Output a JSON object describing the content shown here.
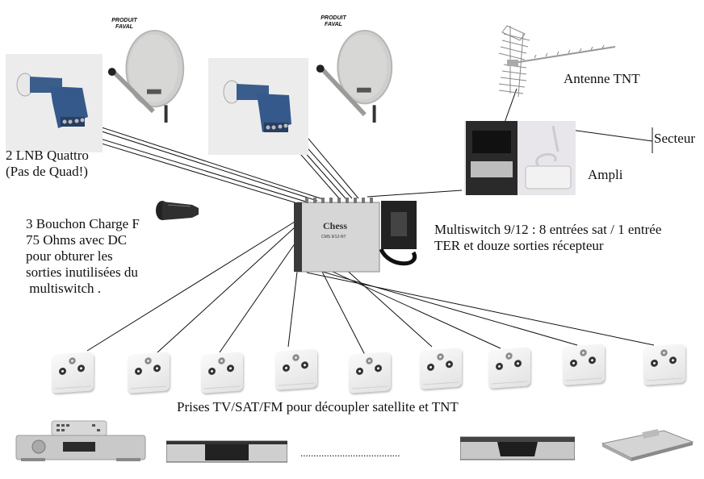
{
  "diagram": {
    "title": "Installation multiswitch satellite + TNT",
    "dishes": [
      {
        "brand_line1": "PRODUIT",
        "brand_line2": "FAVAL"
      },
      {
        "brand_line1": "PRODUIT",
        "brand_line2": "FAVAL"
      }
    ],
    "labels": {
      "lnb": [
        "2 LNB Quattro",
        "(Pas de Quad!)"
      ],
      "antenna": "Antenne TNT",
      "mains": "Secteur",
      "amplifier": "Ampli",
      "terminator": [
        "3 Bouchon Charge F",
        "75 Ohms avec DC",
        "pour obturer les",
        "sorties inutilisées du",
        " multiswitch ."
      ],
      "multiswitch": [
        "Multiswitch 9/12 : 8 entrées sat / 1 entrée",
        "TER et douze sorties récepteur"
      ],
      "sockets": "Prises TV/SAT/FM pour découpler satellite et TNT",
      "ellipsis": "......................................"
    },
    "multiswitch_brand": "Chess",
    "multiswitch_model": "CMS 9/12-NT",
    "socket_count": 9,
    "receiver_count": 4,
    "icons": {
      "dish": "satellite-dish-icon",
      "lnb": "lnb-quattro-icon",
      "antenna": "tnt-antenna-icon",
      "amplifier": "amplifier-icon",
      "terminator": "f-terminator-icon",
      "multiswitch": "multiswitch-icon",
      "socket": "wall-socket-icon",
      "receiver": "satellite-receiver-icon"
    }
  }
}
